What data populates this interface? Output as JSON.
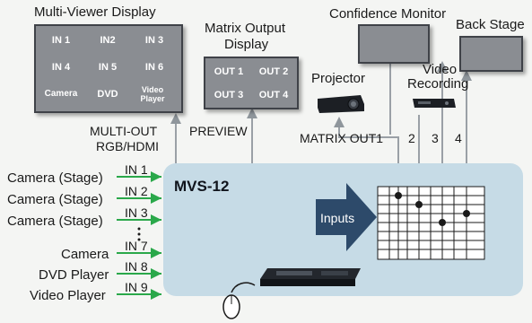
{
  "multiviewer": {
    "title": "Multi-Viewer Display",
    "cells": [
      "IN 1",
      "IN2",
      "IN 3",
      "IN 4",
      "IN 5",
      "IN 6",
      "Camera",
      "DVD",
      "Video Player"
    ]
  },
  "matrix_output_display": {
    "title_line1": "Matrix Output",
    "title_line2": "Display",
    "cells": [
      "OUT 1",
      "OUT 2",
      "OUT 3",
      "OUT 4"
    ]
  },
  "devices": {
    "confidence_monitor": "Confidence Monitor",
    "back_stage": "Back Stage",
    "projector": "Projector",
    "video_recording_line1": "Video",
    "video_recording_line2": "Recording"
  },
  "connections": {
    "multi_out_line1": "MULTI-OUT",
    "multi_out_line2": "RGB/HDMI",
    "preview": "PREVIEW",
    "matrix_out": "MATRIX OUT1",
    "out_numbers": [
      "2",
      "3",
      "4"
    ]
  },
  "switcher": {
    "title": "MVS-12",
    "inputs_label": "Inputs"
  },
  "sources": [
    {
      "name": "Camera (Stage)",
      "input": "IN 1"
    },
    {
      "name": "Camera (Stage)",
      "input": "IN 2"
    },
    {
      "name": "Camera (Stage)",
      "input": "IN 3"
    },
    {
      "name": "Camera",
      "input": "IN 7"
    },
    {
      "name": "DVD Player",
      "input": "IN 8"
    },
    {
      "name": "Video Player",
      "input": "IN 9"
    }
  ],
  "colors": {
    "switcher_bg": "#c6dbe6",
    "input_arrow": "#2aa84a",
    "screen_bg": "#8a8d92",
    "connection_line": "#9aa0a6"
  }
}
